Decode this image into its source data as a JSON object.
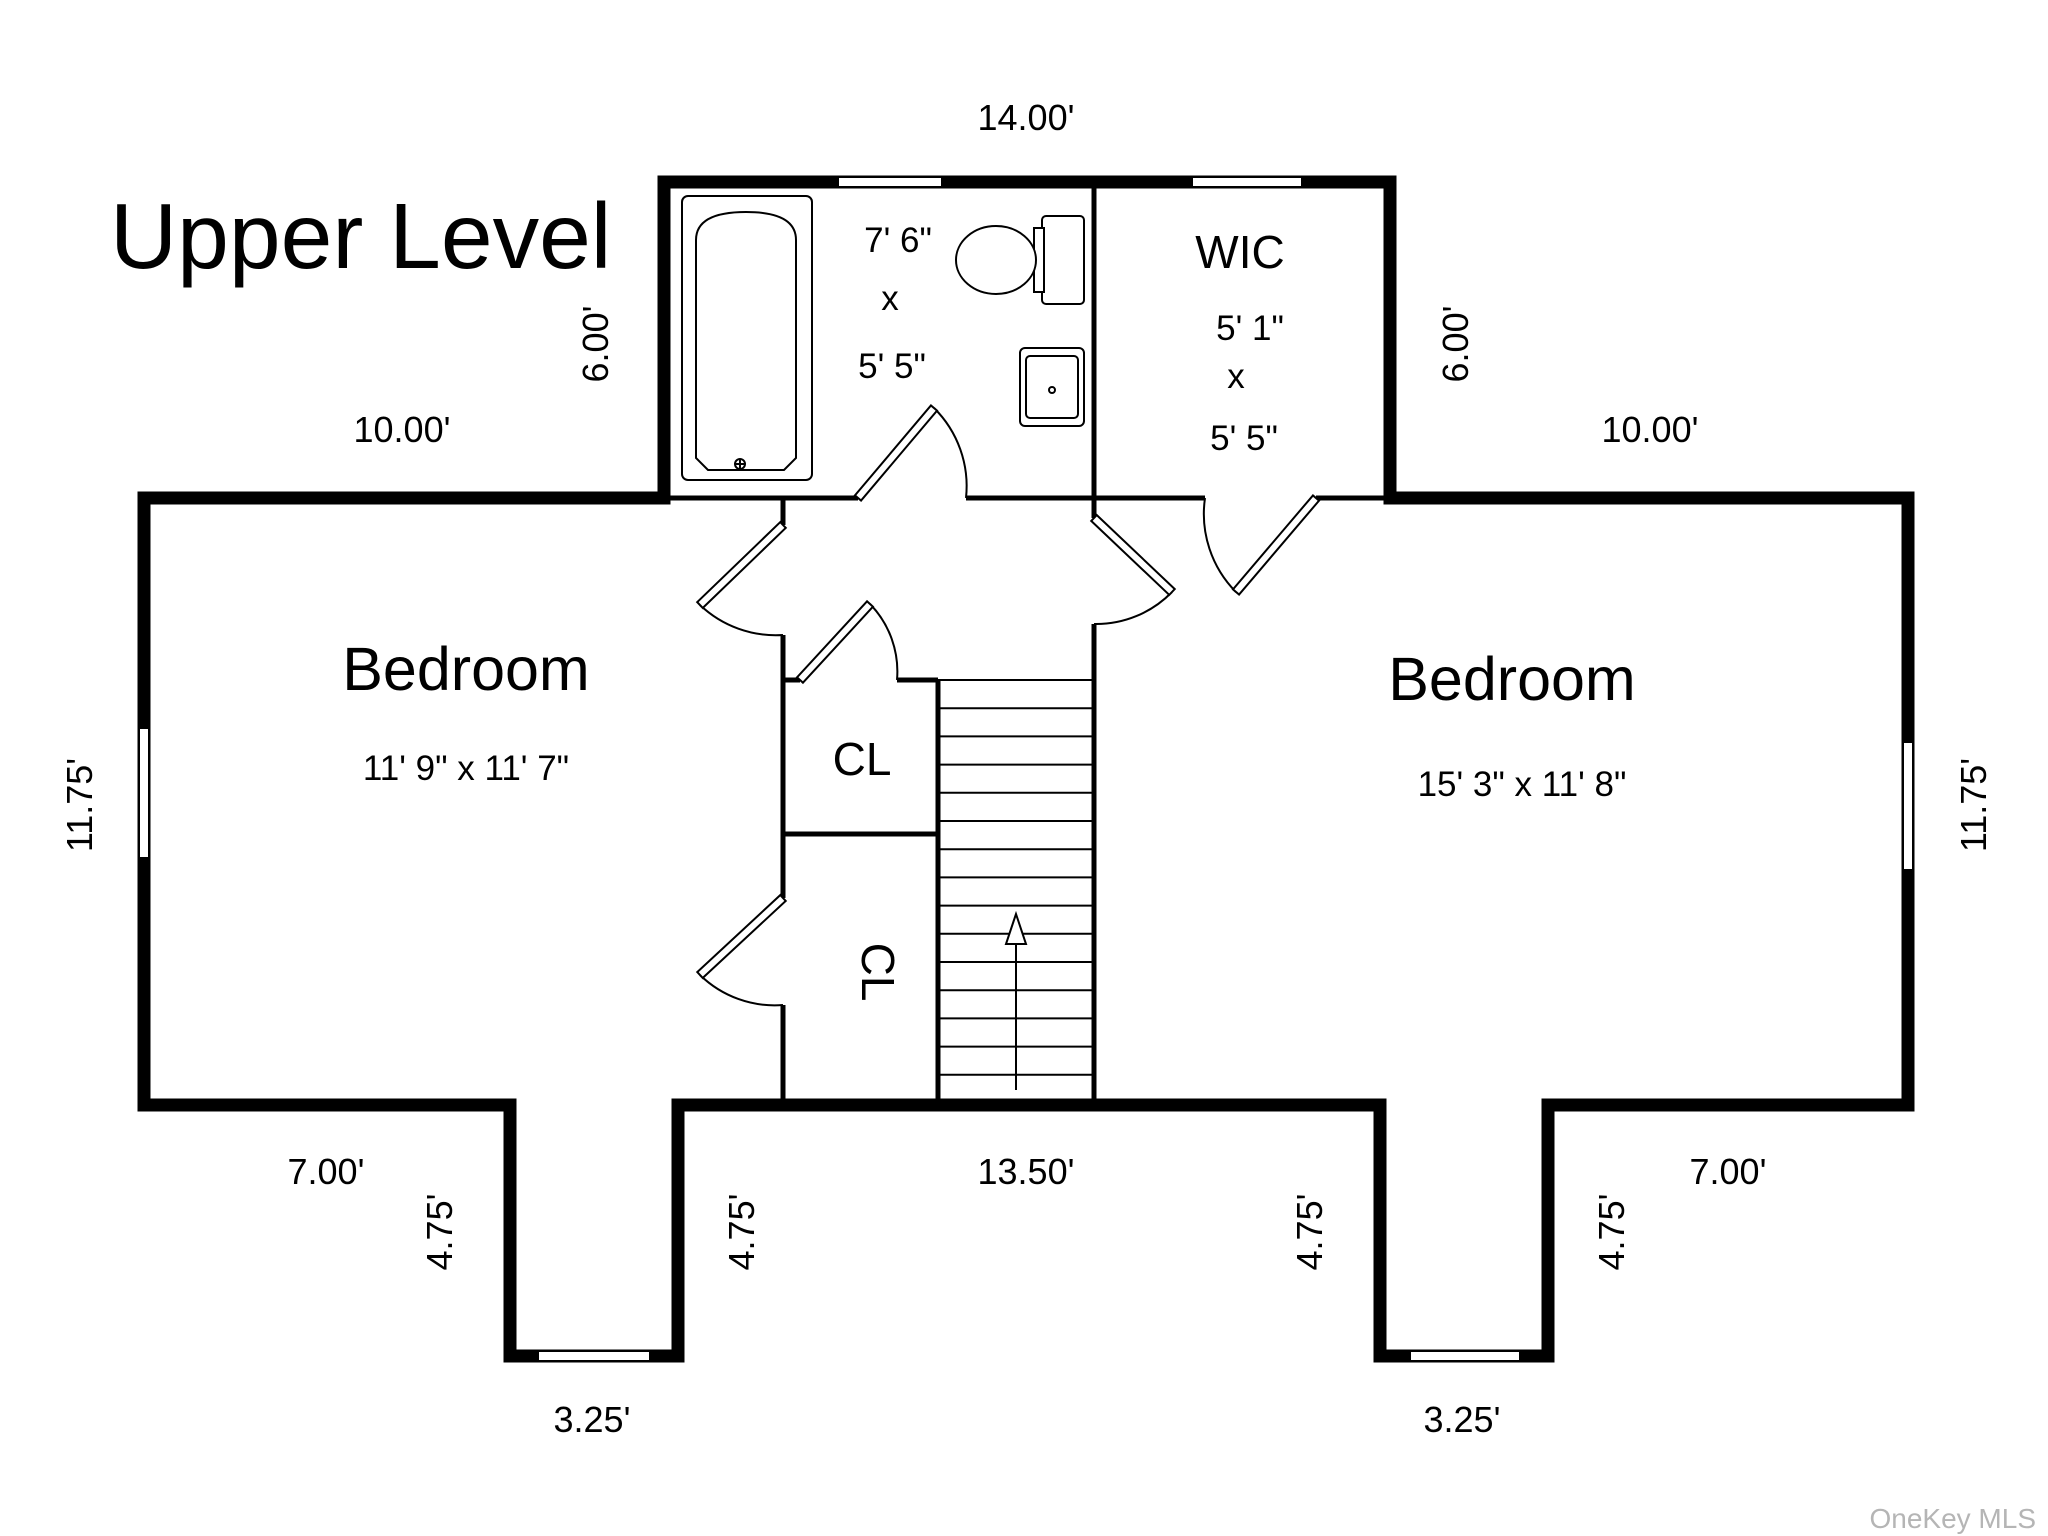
{
  "plan": {
    "title": "Upper Level",
    "rooms": {
      "bedroom_left": {
        "name": "Bedroom",
        "size": "11' 9\" x 11' 7\""
      },
      "bedroom_right": {
        "name": "Bedroom",
        "size": "15' 3\" x 11' 8\""
      },
      "bath": {
        "width": "7' 6\"",
        "x": "x",
        "depth": "5' 5\""
      },
      "wic": {
        "name": "WIC",
        "width": "5' 1\"",
        "x": "x",
        "depth": "5' 5\""
      },
      "closet_upper": {
        "name": "CL"
      },
      "closet_lower": {
        "name": "CL"
      }
    },
    "dimensions": {
      "top_width": "14.00'",
      "upper_left_height": "6.00'",
      "upper_right_height": "6.00'",
      "left_top_width": "10.00'",
      "right_top_width": "10.00'",
      "left_height": "11.75'",
      "right_height": "11.75'",
      "left_bottom_width": "7.00'",
      "right_bottom_width": "7.00'",
      "middle_bottom_width": "13.50'",
      "bay_left_outer_depth": "4.75'",
      "bay_left_inner_depth": "4.75'",
      "bay_right_inner_depth": "4.75'",
      "bay_right_outer_depth": "4.75'",
      "bay_left_width": "3.25'",
      "bay_right_width": "3.25'"
    },
    "watermark": "OneKey MLS"
  }
}
